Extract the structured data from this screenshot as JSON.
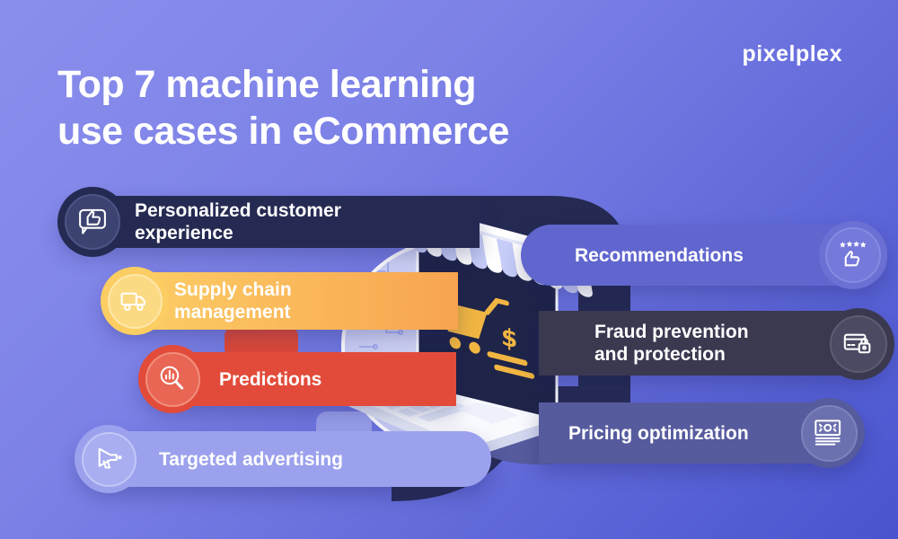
{
  "brand": {
    "logo_text": "pixelplex"
  },
  "title": {
    "line1": "Top 7 machine learning",
    "line2": "use cases in eCommerce"
  },
  "use_cases": [
    {
      "label": "Personalized customer experience",
      "icon": "thumbs-up-chat-icon",
      "color": "#252a52",
      "side": "left"
    },
    {
      "label": "Supply chain management",
      "icon": "delivery-truck-icon",
      "color": "#f9b455",
      "side": "left"
    },
    {
      "label": "Predictions",
      "icon": "magnifier-bar-chart-icon",
      "color": "#e24b39",
      "side": "left"
    },
    {
      "label": "Targeted advertising",
      "icon": "megaphone-icon",
      "color": "#9ba1ed",
      "side": "left"
    },
    {
      "label": "Recommendations",
      "icon": "rating-stars-thumbs-up-icon",
      "color": "#6166ce",
      "side": "right"
    },
    {
      "label": "Fraud prevention and protection",
      "icon": "credit-card-lock-icon",
      "color": "#3a3950",
      "side": "right"
    },
    {
      "label": "Pricing optimization",
      "icon": "banknote-icon",
      "color": "#565b9e",
      "side": "right"
    }
  ]
}
